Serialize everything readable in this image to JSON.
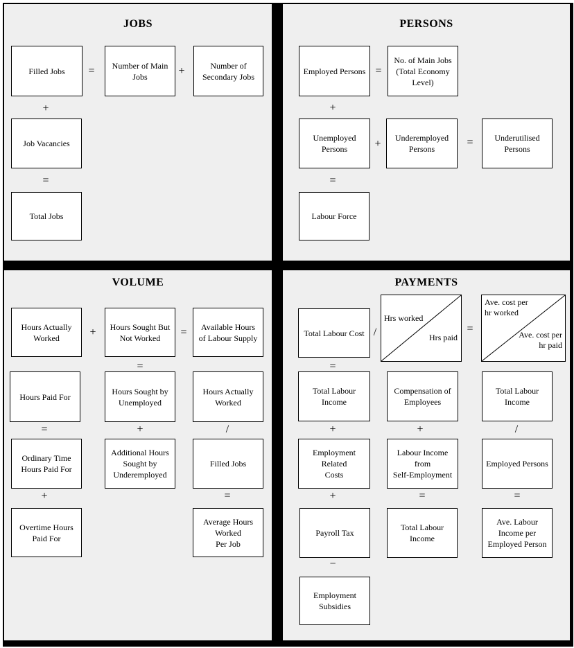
{
  "colors": {
    "background": "#efefef",
    "box_fill": "#ffffff",
    "border": "#000000"
  },
  "quadrants": {
    "jobs": {
      "title": "JOBS",
      "boxes": {
        "filled_jobs": "Filled Jobs",
        "number_main_jobs": "Number of Main\nJobs",
        "number_secondary_jobs": "Number of\nSecondary Jobs",
        "job_vacancies": "Job Vacancies",
        "total_jobs": "Total Jobs"
      },
      "operators": {
        "eq1": "=",
        "plus1": "+",
        "plus2": "+",
        "eq2": "="
      }
    },
    "persons": {
      "title": "PERSONS",
      "boxes": {
        "employed_persons": "Employed Persons",
        "no_of_main_jobs": "No. of Main Jobs\n(Total Economy\nLevel)",
        "unemployed_persons": "Unemployed\nPersons",
        "underemployed_persons": "Underemployed\nPersons",
        "underutilised_persons": "Underutilised\nPersons",
        "labour_force": "Labour Force"
      },
      "operators": {
        "eq1": "=",
        "plus1": "+",
        "plus2": "+",
        "eq2": "=",
        "eq3": "="
      }
    },
    "volume": {
      "title": "VOLUME",
      "boxes": {
        "hours_actually_worked": "Hours Actually\nWorked",
        "hours_sought_but_not_worked": "Hours Sought But\nNot Worked",
        "available_hours_of_labour_supply": "Available Hours\nof Labour Supply",
        "hours_paid_for": "Hours Paid For",
        "hours_sought_by_unemployed": "Hours Sought by\nUnemployed",
        "hours_actually_worked_2": "Hours Actually\nWorked",
        "ordinary_time_hours_paid_for": "Ordinary Time\nHours Paid For",
        "additional_hours_sought_by_underemployed": "Additional Hours\nSought by\nUnderemployed",
        "filled_jobs": "Filled Jobs",
        "overtime_hours_paid_for": "Overtime Hours\nPaid For",
        "average_hours_worked_per_job": "Average Hours\nWorked\nPer Job"
      },
      "operators": {
        "plus1": "+",
        "eq1": "=",
        "eq2": "=",
        "eq3": "=",
        "plus2": "+",
        "slash1": "/",
        "plus3": "+",
        "eq4": "="
      }
    },
    "payments": {
      "title": "PAYMENTS",
      "boxes": {
        "total_labour_cost": "Total Labour Cost",
        "total_labour_income": "Total Labour\nIncome",
        "compensation_of_employees": "Compensation of\nEmployees",
        "total_labour_income_2": "Total Labour\nIncome",
        "employment_related_costs": "Employment\nRelated\nCosts",
        "labour_income_from_self_employment": "Labour Income\nfrom\nSelf-Employment",
        "employed_persons": "Employed Persons",
        "payroll_tax": "Payroll Tax",
        "total_labour_income_3": "Total Labour\nIncome",
        "ave_labour_income_per_employed_person": "Ave. Labour\nIncome per\nEmployed Person",
        "employment_subsidies": "Employment\nSubsidies"
      },
      "ratio_boxes": {
        "hours_ratio": {
          "numerator": "Hrs worked",
          "denominator": "Hrs paid"
        },
        "cost_ratio": {
          "numerator": "Ave. cost per\nhr worked",
          "denominator": "Ave. cost per\nhr paid"
        }
      },
      "operators": {
        "slash1": "/",
        "eq1": "=",
        "eq2": "=",
        "plus1": "+",
        "plus2": "+",
        "slash2": "/",
        "plus3": "+",
        "eq3": "=",
        "eq4": "=",
        "minus1": "−"
      }
    }
  }
}
